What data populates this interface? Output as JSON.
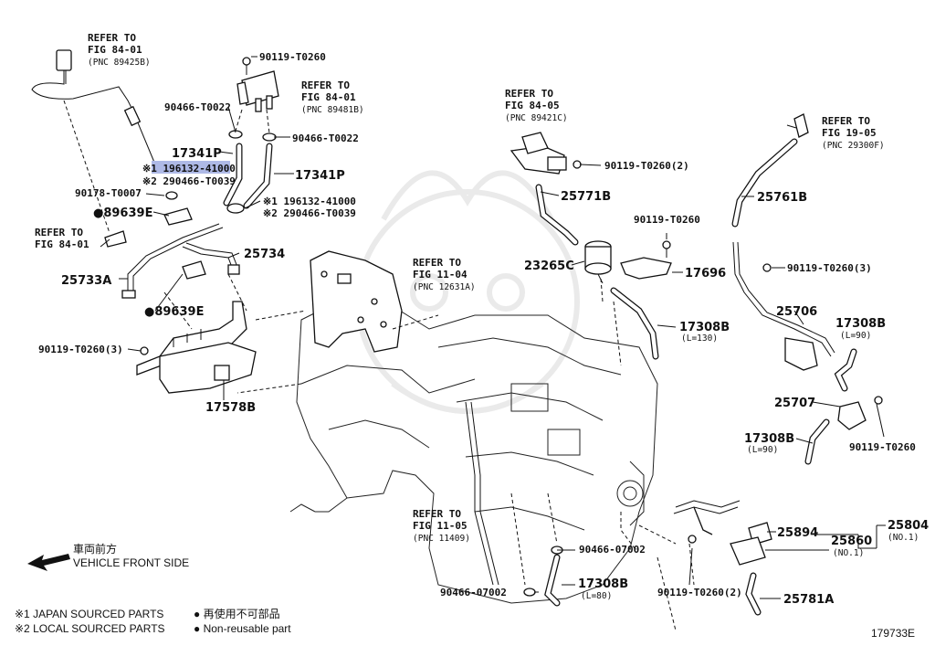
{
  "refs": {
    "fig84_01_top": [
      "REFER TO",
      "FIG 84-01",
      "(PNC 89425B)"
    ],
    "fig84_01_sensor": [
      "REFER TO",
      "FIG 84-01",
      "(PNC 89481B)"
    ],
    "fig84_05": [
      "REFER TO",
      "FIG 84-05",
      "(PNC 89421C)"
    ],
    "fig19_05": [
      "REFER TO",
      "FIG 19-05",
      "(PNC 29300F)"
    ],
    "fig84_01_left": [
      "REFER TO",
      "FIG 84-01"
    ],
    "fig11_04": [
      "REFER TO",
      "FIG 11-04",
      "(PNC 12631A)"
    ],
    "fig11_05": [
      "REFER TO",
      "FIG 11-05",
      "(PNC 11409)"
    ]
  },
  "parts": {
    "p90119_t0260_top": "90119-T0260",
    "p90466_t0022_a": "90466-T0022",
    "p90466_t0022_b": "90466-T0022",
    "p17341p_a": "17341P",
    "p17341p_b": "17341P",
    "p196132_hl": "※1 196132-41000",
    "p290466_a": "※2 290466-T0039",
    "p90178": "90178-T0007",
    "p196132_b": "※1 196132-41000",
    "p290466_b": "※2 290466-T0039",
    "p89639e_a": "●89639E",
    "p25734": "25734",
    "p25733a": "25733A",
    "p89639e_b": "●89639E",
    "p90119_t0260_3_left": "90119-T0260(3)",
    "p17578b": "17578B",
    "p90119_t0260_2_top": "90119-T0260(2)",
    "p25771b": "25771B",
    "p90119_t0260_mid": "90119-T0260",
    "p23265c": "23265C",
    "p17696": "17696",
    "p17308b_a": "17308B",
    "p17308b_a_len": "(L=130)",
    "p25761b": "25761B",
    "p90119_t0260_3_right": "90119-T0260(3)",
    "p25706": "25706",
    "p17308b_b": "17308B",
    "p17308b_b_len": "(L=90)",
    "p25707": "25707",
    "p17308b_c": "17308B",
    "p17308b_c_len": "(L=90)",
    "p90119_t0260_right": "90119-T0260",
    "p25804": "25804",
    "p25804_no": "(NO.1)",
    "p25894": "25894",
    "p25860": "25860",
    "p25860_no": "(NO.1)",
    "p90466_07002_a": "90466-07002",
    "p90466_07002_b": "90466-07002",
    "p17308b_d": "17308B",
    "p17308b_d_len": "(L=80)",
    "p90119_t0260_2_bottom": "90119-T0260(2)",
    "p25781a": "25781A"
  },
  "direction": {
    "jp": "車両前方",
    "en": "VEHICLE FRONT SIDE"
  },
  "legend": {
    "row1_mark": "※1 JAPAN SOURCED PARTS",
    "row1_note": "● 再使用不可部品",
    "row2_mark": "※2 LOCAL SOURCED PARTS",
    "row2_note": "● Non-reusable part"
  },
  "figure_id": "179733E"
}
